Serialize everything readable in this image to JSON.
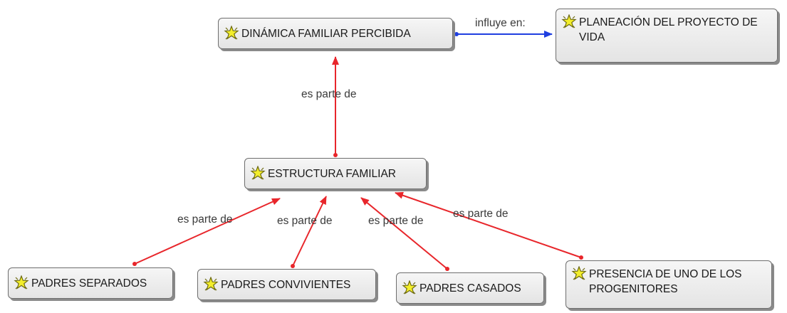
{
  "concepts": {
    "dinamica": "DINÁMICA FAMILIAR PERCIBIDA",
    "planeacion": "PLANEACIÓN DEL PROYECTO DE VIDA",
    "estructura": "ESTRUCTURA FAMILIAR",
    "separados": "PADRES SEPARADOS",
    "convivientes": "PADRES CONVIVIENTES",
    "casados": "PADRES CASADOS",
    "presencia": "PRESENCIA DE UNO DE LOS PROGENITORES"
  },
  "links": {
    "influye": "influye en:",
    "parte_estructura": "es parte de",
    "parte_separados": "es parte de",
    "parte_convivientes": "es parte de",
    "parte_casados": "es parte de",
    "parte_presencia": "es parte de"
  },
  "colors": {
    "influye_link": "#1f3fe0",
    "parte_link": "#e8262b",
    "icon_fill": "#f3ee2b"
  },
  "icons": {
    "concept": "concept-star-icon"
  }
}
